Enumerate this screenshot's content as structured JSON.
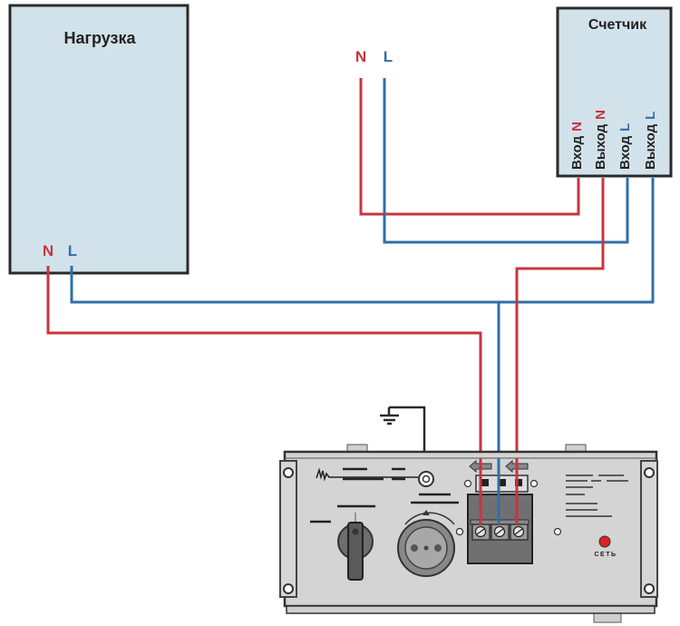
{
  "colors": {
    "neutral_wire": "#c8353f",
    "line_wire": "#2f6fa8",
    "box_fill": "#d2e2ea",
    "box_border": "#2a2a2a",
    "device_fill": "#d4d4d4",
    "terminal_block": "#707070",
    "indicator": "#d8232a"
  },
  "load_box": {
    "title": "Нагрузка",
    "terminal_n": "N",
    "terminal_l": "L"
  },
  "supply": {
    "n_label": "N",
    "l_label": "L"
  },
  "meter": {
    "title": "Счетчик",
    "terminals": [
      {
        "text": "Вход",
        "phase": "N"
      },
      {
        "text": "Выход",
        "phase": "N"
      },
      {
        "text": "Вход",
        "phase": "L"
      },
      {
        "text": "Выход",
        "phase": "L"
      }
    ]
  },
  "device": {
    "power_indicator_label": "СЕТЬ"
  }
}
